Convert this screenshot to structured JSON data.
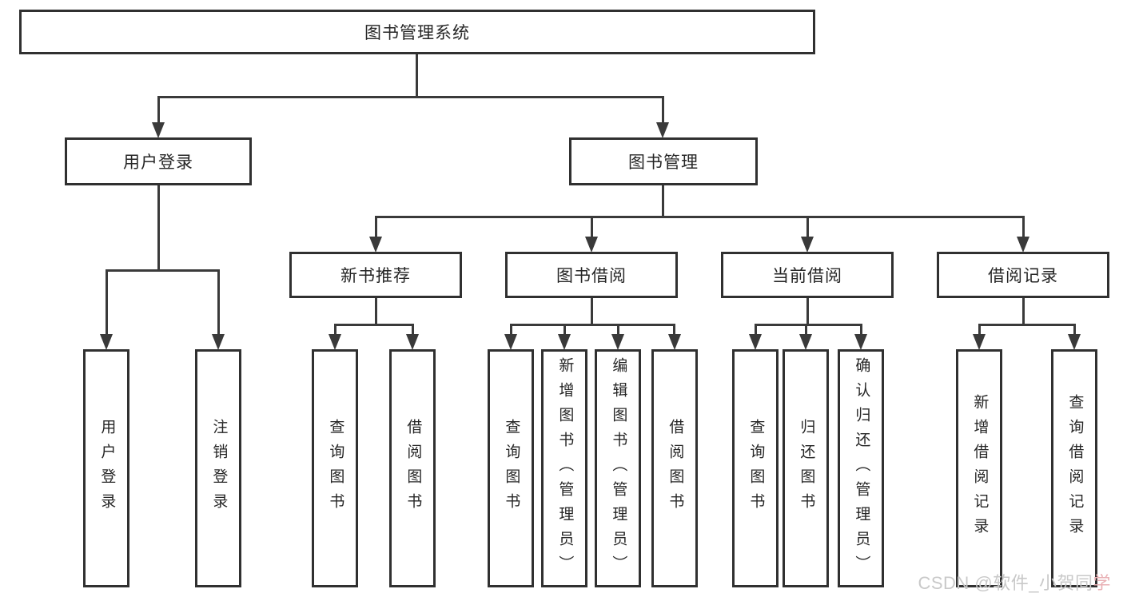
{
  "diagram": {
    "root": {
      "label": "图书管理系统"
    },
    "level2": {
      "user_login": {
        "label": "用户登录"
      },
      "book_mgmt": {
        "label": "图书管理"
      }
    },
    "level3": {
      "new_books": {
        "label": "新书推荐"
      },
      "book_borrow": {
        "label": "图书借阅"
      },
      "current_borrow": {
        "label": "当前借阅"
      },
      "borrow_records": {
        "label": "借阅记录"
      }
    },
    "leaves": {
      "user_login": [
        "用户登录",
        "注销登录"
      ],
      "new_books": [
        "查询图书",
        "借阅图书"
      ],
      "book_borrow": [
        "查询图书",
        "新增图书（管理员）",
        "编辑图书（管理员）",
        "借阅图书"
      ],
      "current_borrow": [
        "查询图书",
        "归还图书",
        "确认归还（管理员）"
      ],
      "borrow_records": [
        "新增借阅记录",
        "查询借阅记录"
      ]
    },
    "style": {
      "line_color": "#3a3a3a",
      "box_border_color": "#303030",
      "box_fill": "#ffffff",
      "text_color": "#262626",
      "background": "#ffffff"
    }
  },
  "watermark": {
    "text": "CSDN @软件_小贺同学",
    "text_main": "CSDN @软件_小贺同",
    "text_accent": "学",
    "color": "#c9c9c9",
    "accent_color": "#e9b0b4"
  }
}
